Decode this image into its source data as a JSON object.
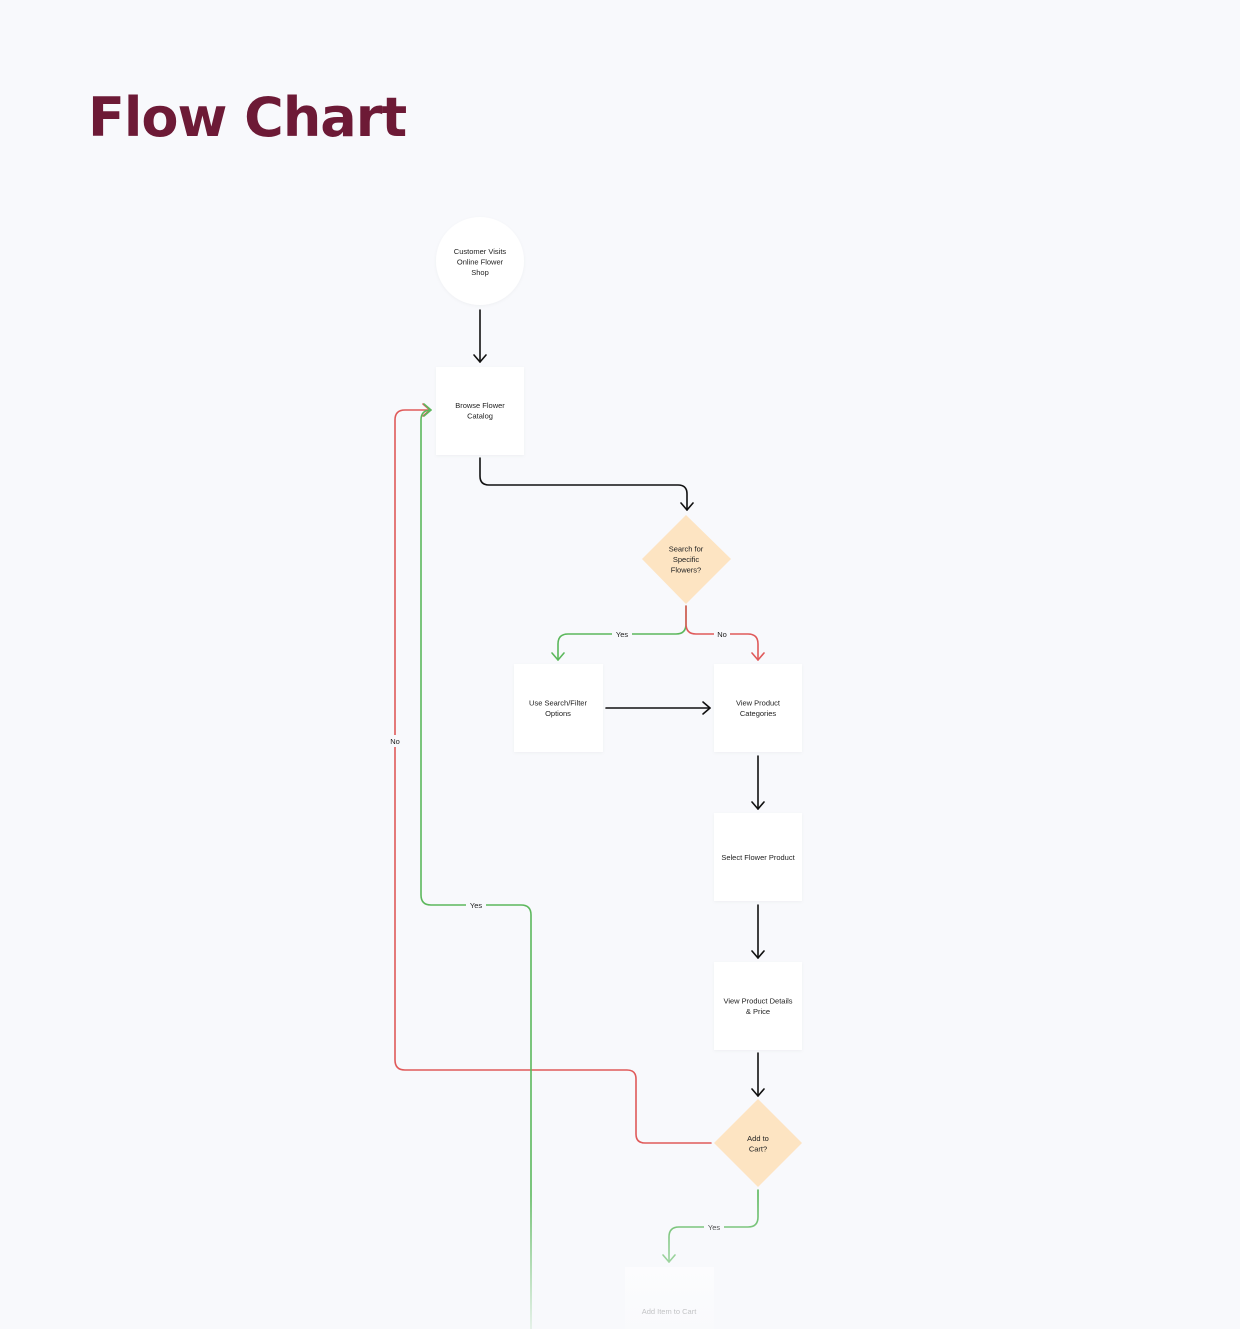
{
  "title": "Flow Chart",
  "colors": {
    "title": "#6d1a36",
    "yes_edge": "#5cb85c",
    "no_edge": "#e05a5a",
    "plain_edge": "#111111",
    "decision_fill": "#fde4c2",
    "process_fill": "#ffffff"
  },
  "nodes": {
    "start": {
      "label": [
        "Customer Visits",
        "Online Flower",
        "Shop"
      ]
    },
    "browse": {
      "label": [
        "Browse Flower",
        "Catalog"
      ]
    },
    "search_decision": {
      "label": [
        "Search for",
        "Specific",
        "Flowers?"
      ]
    },
    "search_filter": {
      "label": [
        "Use Search/Filter",
        "Options"
      ]
    },
    "categories": {
      "label": [
        "View Product",
        "Categories"
      ]
    },
    "select_product": {
      "label": [
        "Select Flower Product"
      ]
    },
    "details": {
      "label": [
        "View Product Details",
        "& Price"
      ]
    },
    "cart_decision": {
      "label": [
        "Add to",
        "Cart?"
      ]
    },
    "add_item": {
      "label": [
        "Add Item to Cart"
      ]
    }
  },
  "edges": {
    "search_yes": "Yes",
    "search_no": "No",
    "cart_no": "No",
    "loop_yes": "Yes",
    "cart_yes": "Yes"
  }
}
